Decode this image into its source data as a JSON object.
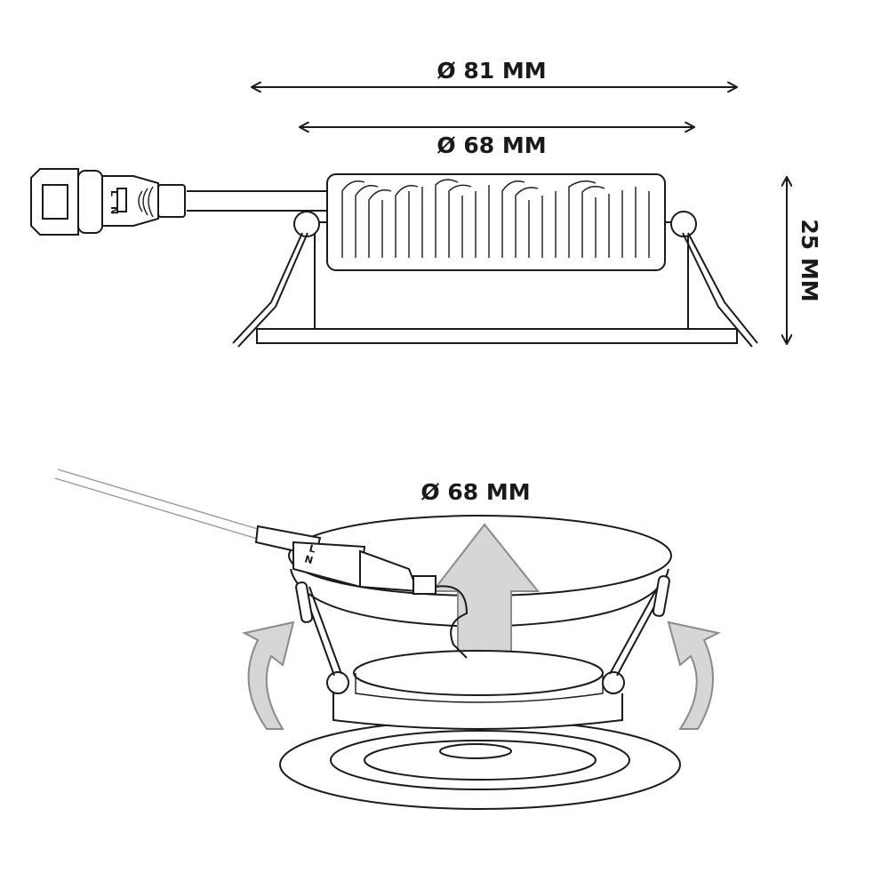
{
  "side_view": {
    "outer_diameter_label": "Ø 81 MM",
    "inner_diameter_label": "Ø 68 MM",
    "height_label": "25 MM",
    "connector": {
      "live_label": "L",
      "neutral_label": "N"
    }
  },
  "perspective_view": {
    "cutout_diameter_label": "Ø 68 MM",
    "connector": {
      "live_label": "L",
      "neutral_label": "N"
    }
  },
  "colors": {
    "line": "#1a1a1a",
    "arrow_fill": "#d6d6d6",
    "arrow_stroke": "#8a8a8a"
  }
}
